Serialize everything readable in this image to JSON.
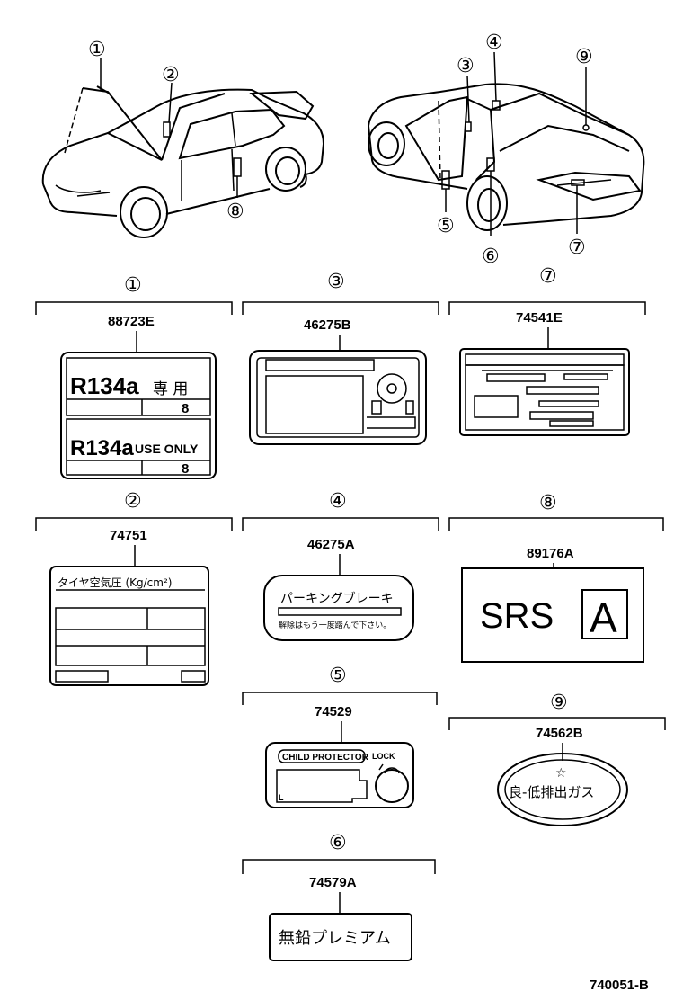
{
  "callouts": {
    "c1": "①",
    "c2": "②",
    "c3": "③",
    "c4": "④",
    "c5": "⑤",
    "c6": "⑥",
    "c7": "⑦",
    "c8": "⑧",
    "c9": "⑨"
  },
  "sections": {
    "s1": {
      "marker": "①",
      "part": "88723E",
      "line1": "R134a",
      "line1_jp": "専 用",
      "num1": "8",
      "line2": "R134a",
      "line2_suffix": "USE ONLY",
      "num2": "8"
    },
    "s2": {
      "marker": "②",
      "part": "74751",
      "title": "タイヤ空気圧 (Kg/cm²)"
    },
    "s3": {
      "marker": "③",
      "part": "46275B"
    },
    "s4": {
      "marker": "④",
      "part": "46275A",
      "title": "パーキングブレーキ",
      "subtitle": "解除はもう一度踏んで下さい。"
    },
    "s5": {
      "marker": "⑤",
      "part": "74529",
      "badge": "CHILD PROTECTOR",
      "lock": "LOCK",
      "l": "L"
    },
    "s6": {
      "marker": "⑥",
      "part": "74579A",
      "text": "無鉛プレミアム"
    },
    "s7": {
      "marker": "⑦",
      "part": "74541E"
    },
    "s8": {
      "marker": "⑧",
      "part": "89176A",
      "srs": "SRS",
      "letter": "A"
    },
    "s9": {
      "marker": "⑨",
      "part": "74562B",
      "star": "☆",
      "text": "良-低排出ガス"
    }
  },
  "diagram_id": "740051-B"
}
